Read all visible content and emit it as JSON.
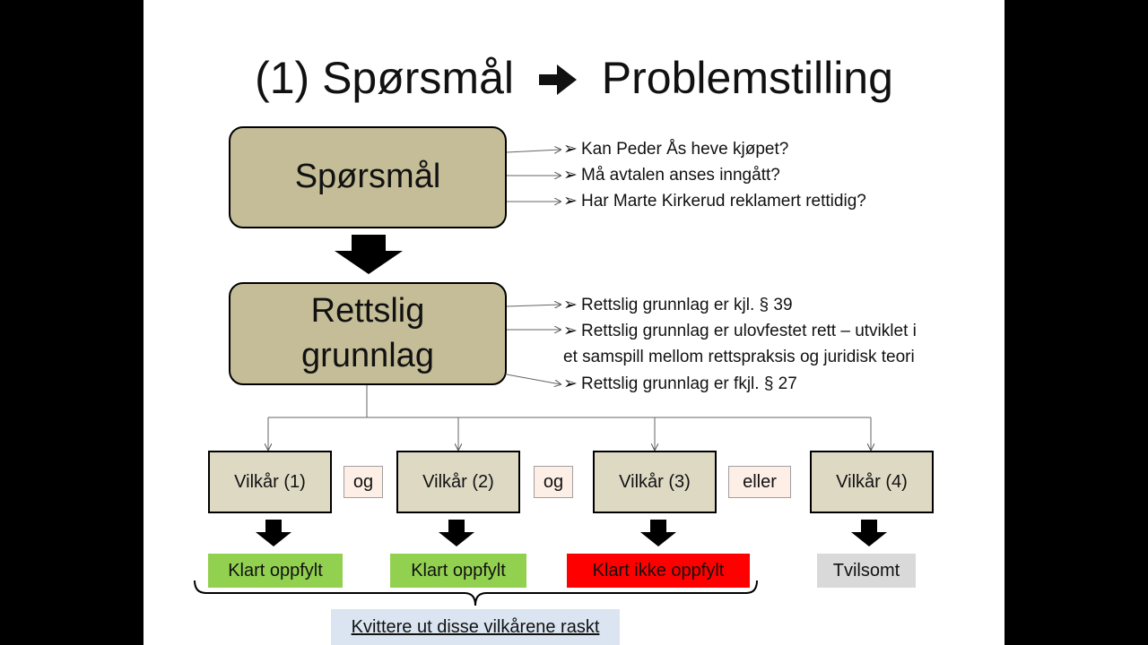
{
  "title": {
    "prefix": "(1) Spørsmål",
    "arrow_icon": "arrow-right-icon",
    "suffix": "Problemstilling"
  },
  "boxes": {
    "question": "Spørsmål",
    "legal_basis_line1": "Rettslig",
    "legal_basis_line2": "grunnlag"
  },
  "question_bullets": [
    "Kan Peder Ås heve kjøpet?",
    "Må avtalen anses inngått?",
    "Har Marte Kirkerud reklamert rettidig?"
  ],
  "legal_bullets": [
    "Rettslig grunnlag er kjl. § 39",
    "Rettslig grunnlag er ulovfestet rett – utviklet i",
    "et samspill mellom rettspraksis og juridisk teori",
    "Rettslig grunnlag er fkjl. § 27"
  ],
  "bullet_marker": "➢",
  "conditions": [
    "Vilkår (1)",
    "Vilkår (2)",
    "Vilkår (3)",
    "Vilkår (4)"
  ],
  "conjunctions": [
    "og",
    "og",
    "eller"
  ],
  "results": [
    {
      "label": "Klart oppfylt",
      "color": "#92d050"
    },
    {
      "label": "Klart oppfylt",
      "color": "#92d050"
    },
    {
      "label": "Klart ikke oppfylt",
      "color": "#ff0000"
    },
    {
      "label": "Tvilsomt",
      "color": "#d9d9d9"
    }
  ],
  "summary": "Kvittere ut disse vilkårene raskt"
}
